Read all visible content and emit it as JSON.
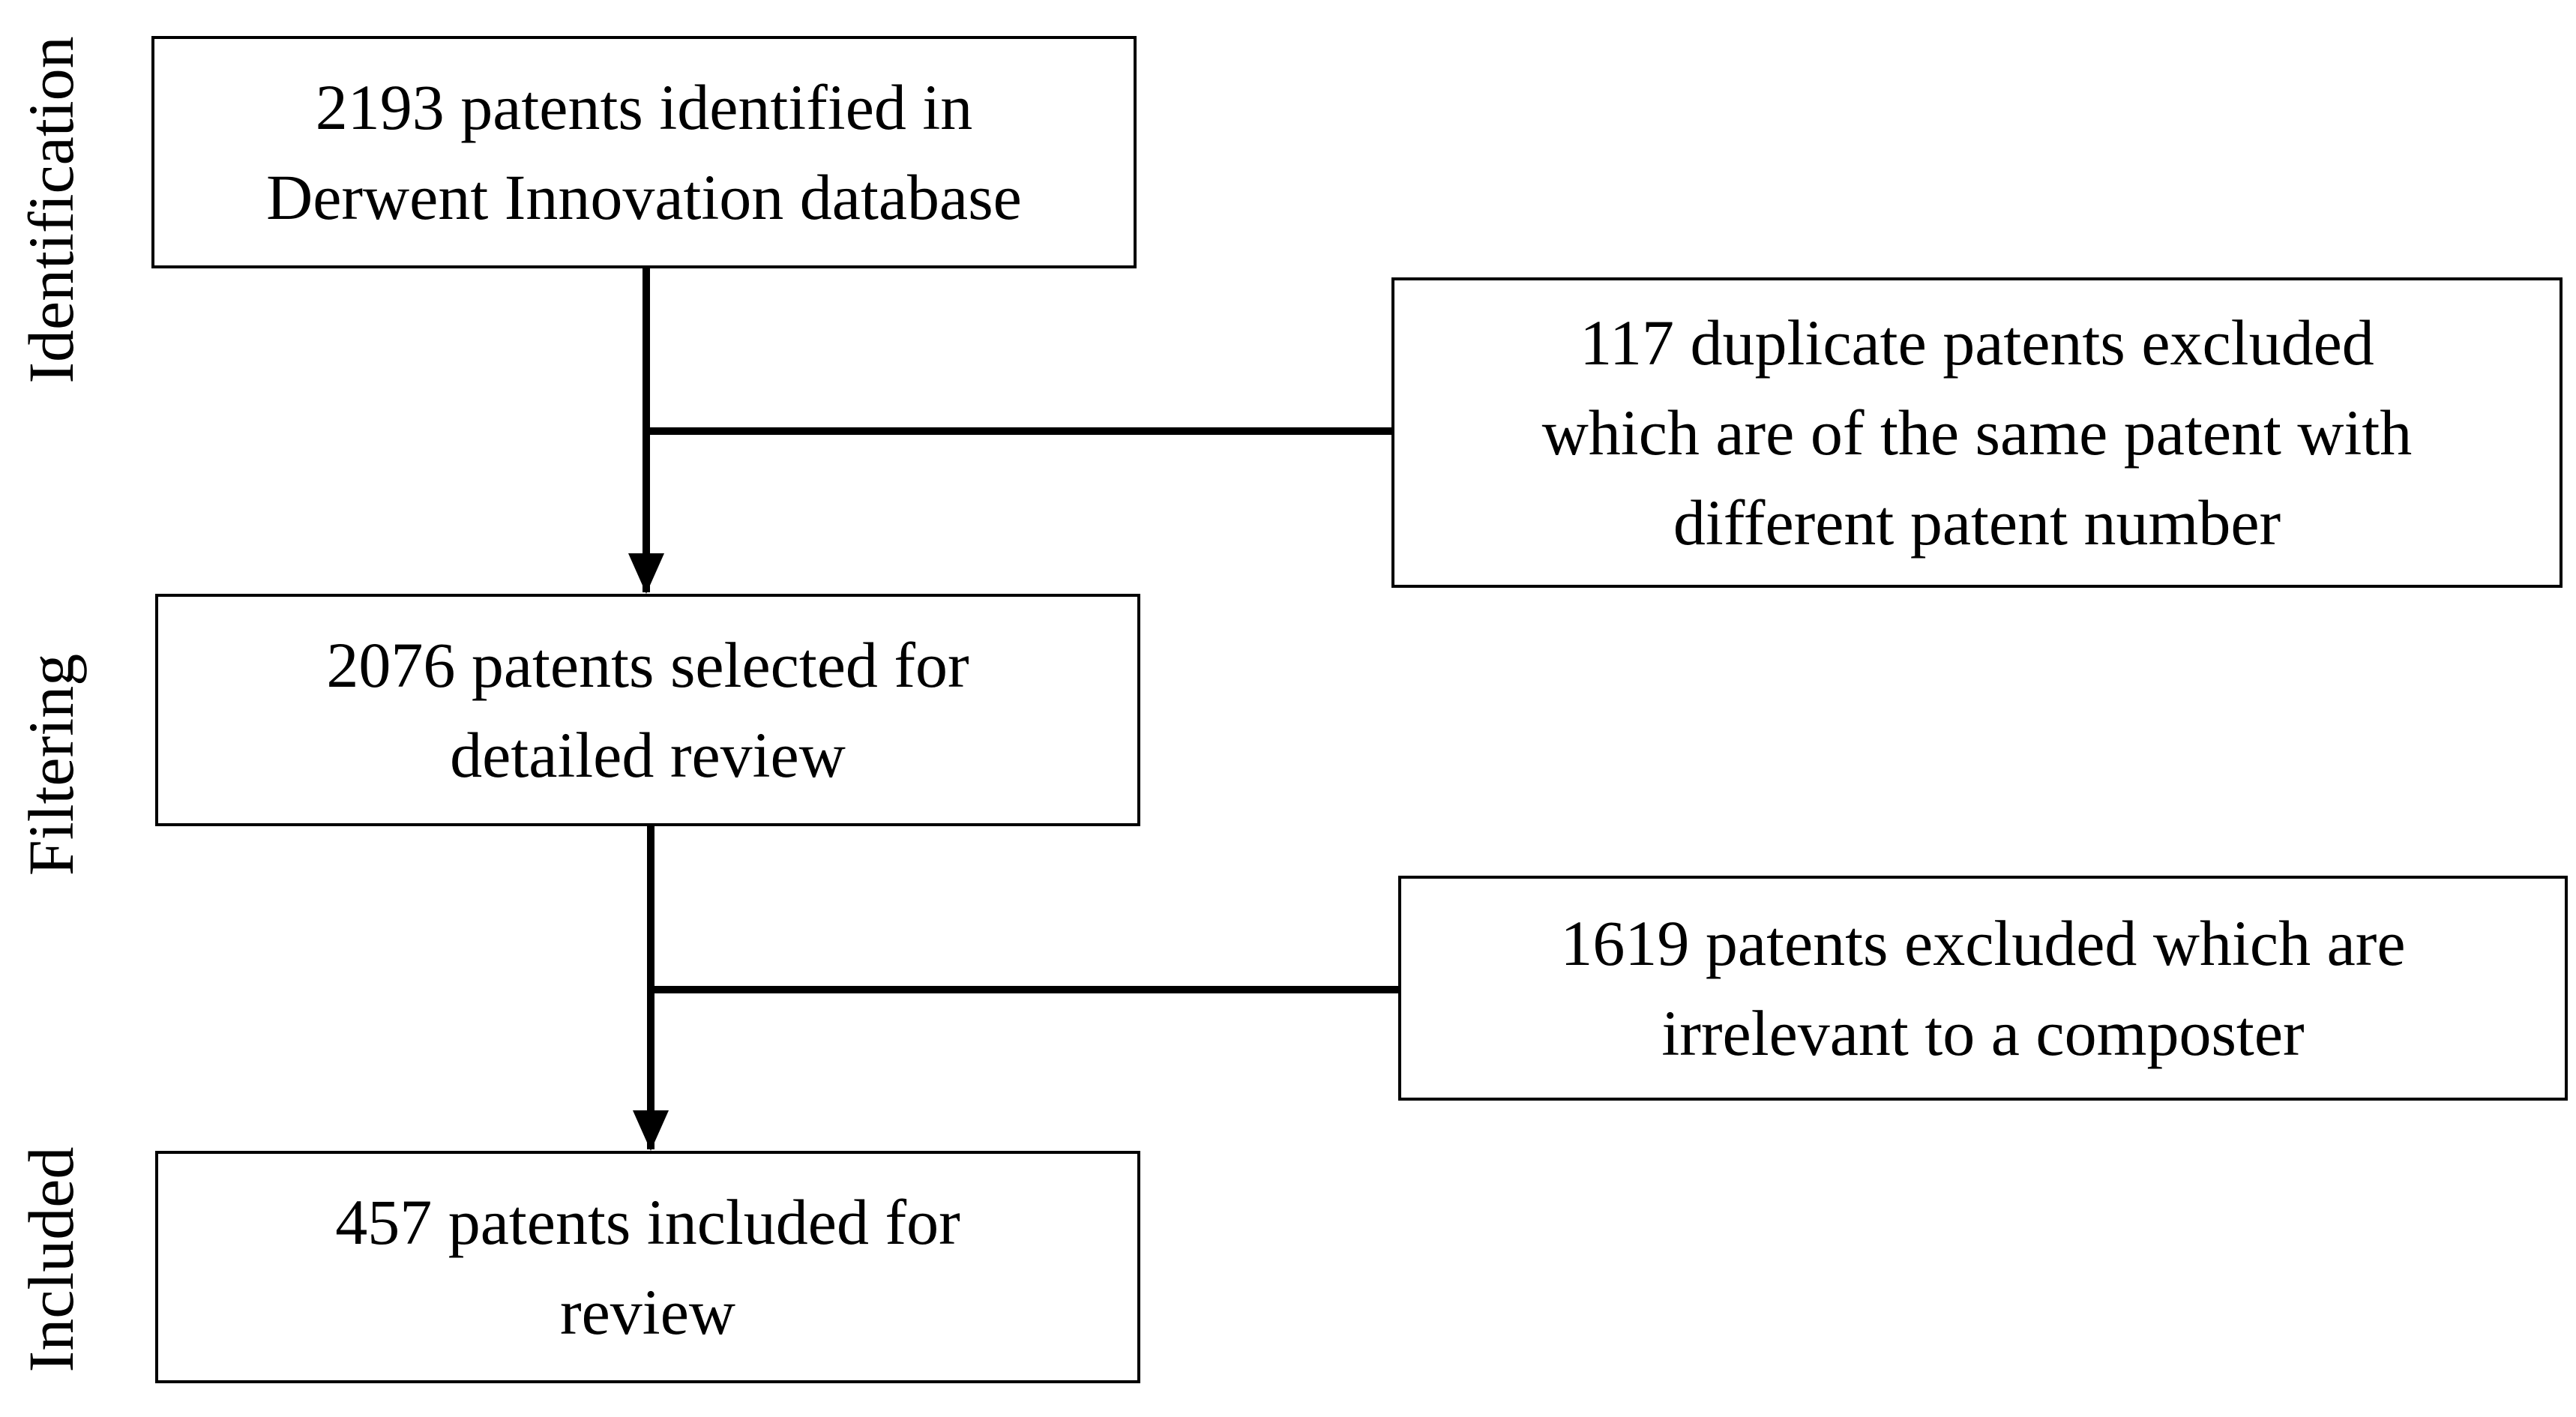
{
  "stages": {
    "identification": "Identification",
    "filtering": "Filtering",
    "included": "Included"
  },
  "boxes": {
    "identified": [
      "2193 patents identified in",
      "Derwent Innovation database"
    ],
    "duplicates": [
      "117 duplicate patents excluded",
      "which are of the same patent with",
      "different patent number"
    ],
    "selected": [
      "2076 patents selected for",
      "detailed review"
    ],
    "irrelevant": [
      "1619 patents excluded which are",
      "irrelevant to a composter"
    ],
    "included": [
      "457 patents included for",
      "review"
    ]
  },
  "colors": {
    "line": "#000000",
    "box_border": "#000000",
    "background": "#ffffff"
  }
}
